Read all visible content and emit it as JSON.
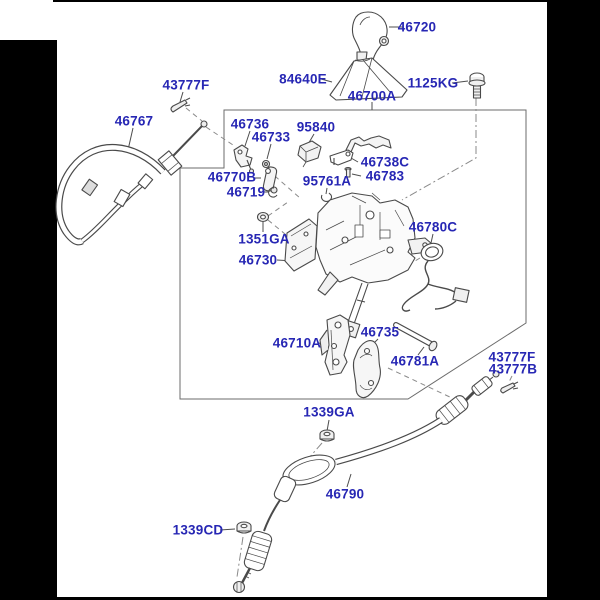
{
  "diagram": {
    "type": "exploded-parts-diagram",
    "subject": "shift-lever-assembly",
    "colors": {
      "background": "#ffffff",
      "line": "#4a4a4a",
      "label": "#2727b4",
      "frame": "#000000",
      "dashed": "#8a8a8a"
    },
    "labels": {
      "knob": "46720",
      "boot": "84640E",
      "lever_assembly": "46700A",
      "bolt": "1125KG",
      "pin_upper": "43777F",
      "cable_upper": "46767",
      "bracket_a": "46736",
      "grommet_a": "46733",
      "switch": "95840",
      "bracket_b": "46738C",
      "pin_b": "46783",
      "lever_b": "46770B",
      "clip_a": "46719",
      "clip_b": "95761A",
      "washer": "1351GA",
      "housing": "46730",
      "wiring": "46780C",
      "lever_lower": "46710A",
      "bracket_lower": "46735",
      "rod": "46781A",
      "pin_right_f": "43777F",
      "pin_right_b": "43777B",
      "nut_upper": "1339GA",
      "control_cable": "46790",
      "nut_lower": "1339CD"
    }
  }
}
